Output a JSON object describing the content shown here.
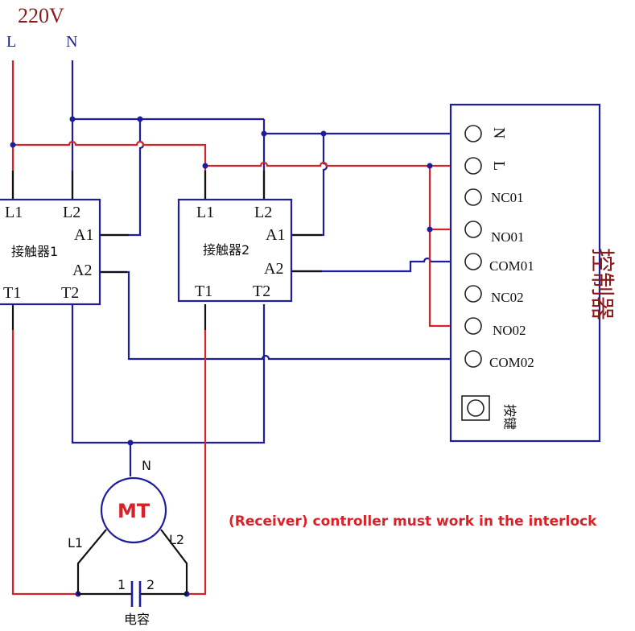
{
  "supply": {
    "voltage": "220V",
    "line": "L",
    "neutral": "N"
  },
  "contactor1": {
    "name": "接触器1",
    "pins": {
      "l1": "L1",
      "l2": "L2",
      "a1": "A1",
      "a2": "A2",
      "t1": "T1",
      "t2": "T2"
    }
  },
  "contactor2": {
    "name": "接触器2",
    "pins": {
      "l1": "L1",
      "l2": "L2",
      "a1": "A1",
      "a2": "A2",
      "t1": "T1",
      "t2": "T2"
    }
  },
  "controller": {
    "title": "控制器",
    "terminals": [
      "N",
      "L",
      "NC01",
      "NO01",
      "COM01",
      "NC02",
      "NO02",
      "COM02"
    ],
    "button_label": "按键"
  },
  "motor": {
    "label": "MT",
    "n": "N",
    "l1": "L1",
    "l2": "L2"
  },
  "capacitor": {
    "label": "电容",
    "pin1": "1",
    "pin2": "2"
  },
  "note": "(Receiver) controller must work in the interlock",
  "colors": {
    "live": "#d6232a",
    "neutral": "#1d1d9e",
    "note": "#d6232a",
    "title": "#8b1a1a"
  }
}
